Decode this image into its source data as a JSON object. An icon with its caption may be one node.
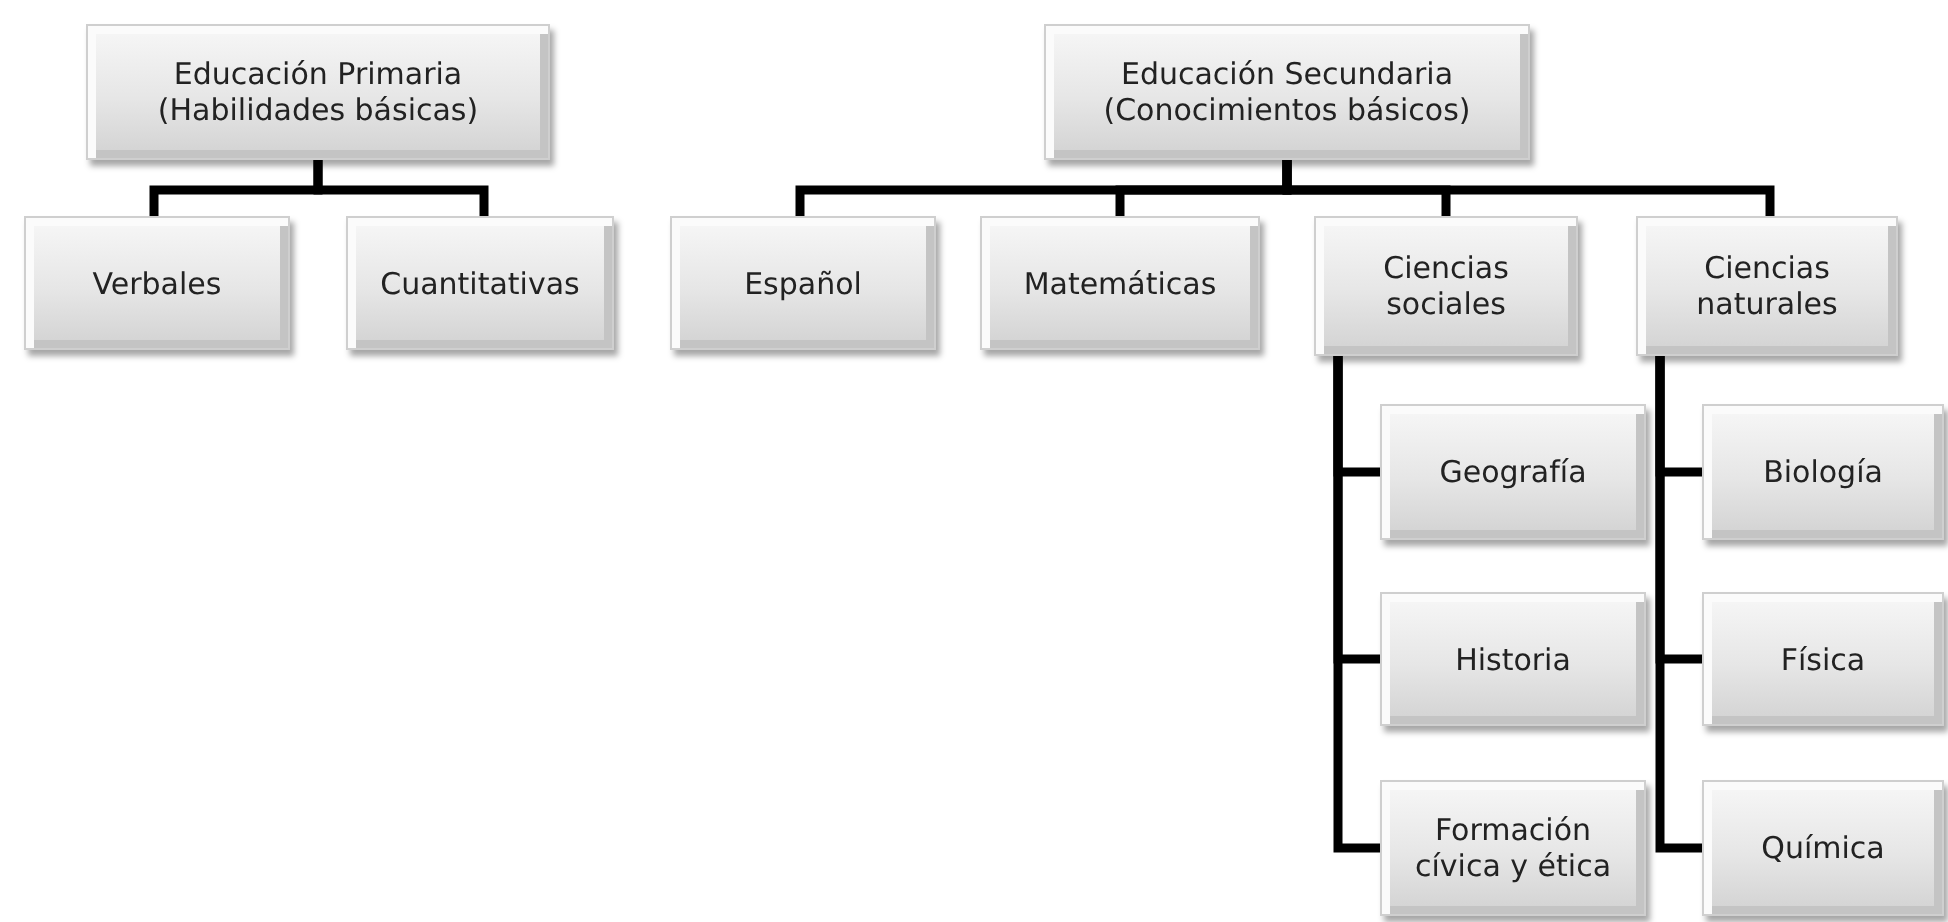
{
  "diagram": {
    "nodes": [
      {
        "text": [
          "Educación Primaria (Habilidades básicas)"
        ]
      },
      {
        "text": [
          "Verbales"
        ]
      },
      {
        "text": [
          "Cuantitativas"
        ]
      },
      {
        "text": [
          "Educación Secundaria (Conocimientos básicos)"
        ]
      },
      {
        "text": [
          "Español"
        ]
      },
      {
        "text": [
          "Matemáticas"
        ]
      },
      {
        "text": [
          "Ciencias sociales"
        ]
      },
      {
        "text": [
          "Ciencias naturales"
        ]
      },
      {
        "text": [
          "Geografía"
        ]
      },
      {
        "text": [
          "Historia"
        ]
      },
      {
        "text": [
          "Formación cívica y ética"
        ]
      },
      {
        "text": [
          "Biología"
        ]
      },
      {
        "text": [
          "Física"
        ]
      },
      {
        "text": [
          "Química"
        ]
      }
    ],
    "edges": [
      {
        "from": 0,
        "to": 1,
        "arrow": "none"
      },
      {
        "from": 0,
        "to": 2,
        "arrow": "none"
      },
      {
        "from": 3,
        "to": 4,
        "arrow": "none"
      },
      {
        "from": 3,
        "to": 5,
        "arrow": "none"
      },
      {
        "from": 3,
        "to": 6,
        "arrow": "none"
      },
      {
        "from": 3,
        "to": 7,
        "arrow": "none"
      },
      {
        "from": 6,
        "to": 8,
        "arrow": "none"
      },
      {
        "from": 6,
        "to": 9,
        "arrow": "none"
      },
      {
        "from": 6,
        "to": 10,
        "arrow": "none"
      },
      {
        "from": 7,
        "to": 11,
        "arrow": "none"
      },
      {
        "from": 7,
        "to": 12,
        "arrow": "none"
      },
      {
        "from": 7,
        "to": 13,
        "arrow": "none"
      }
    ]
  }
}
